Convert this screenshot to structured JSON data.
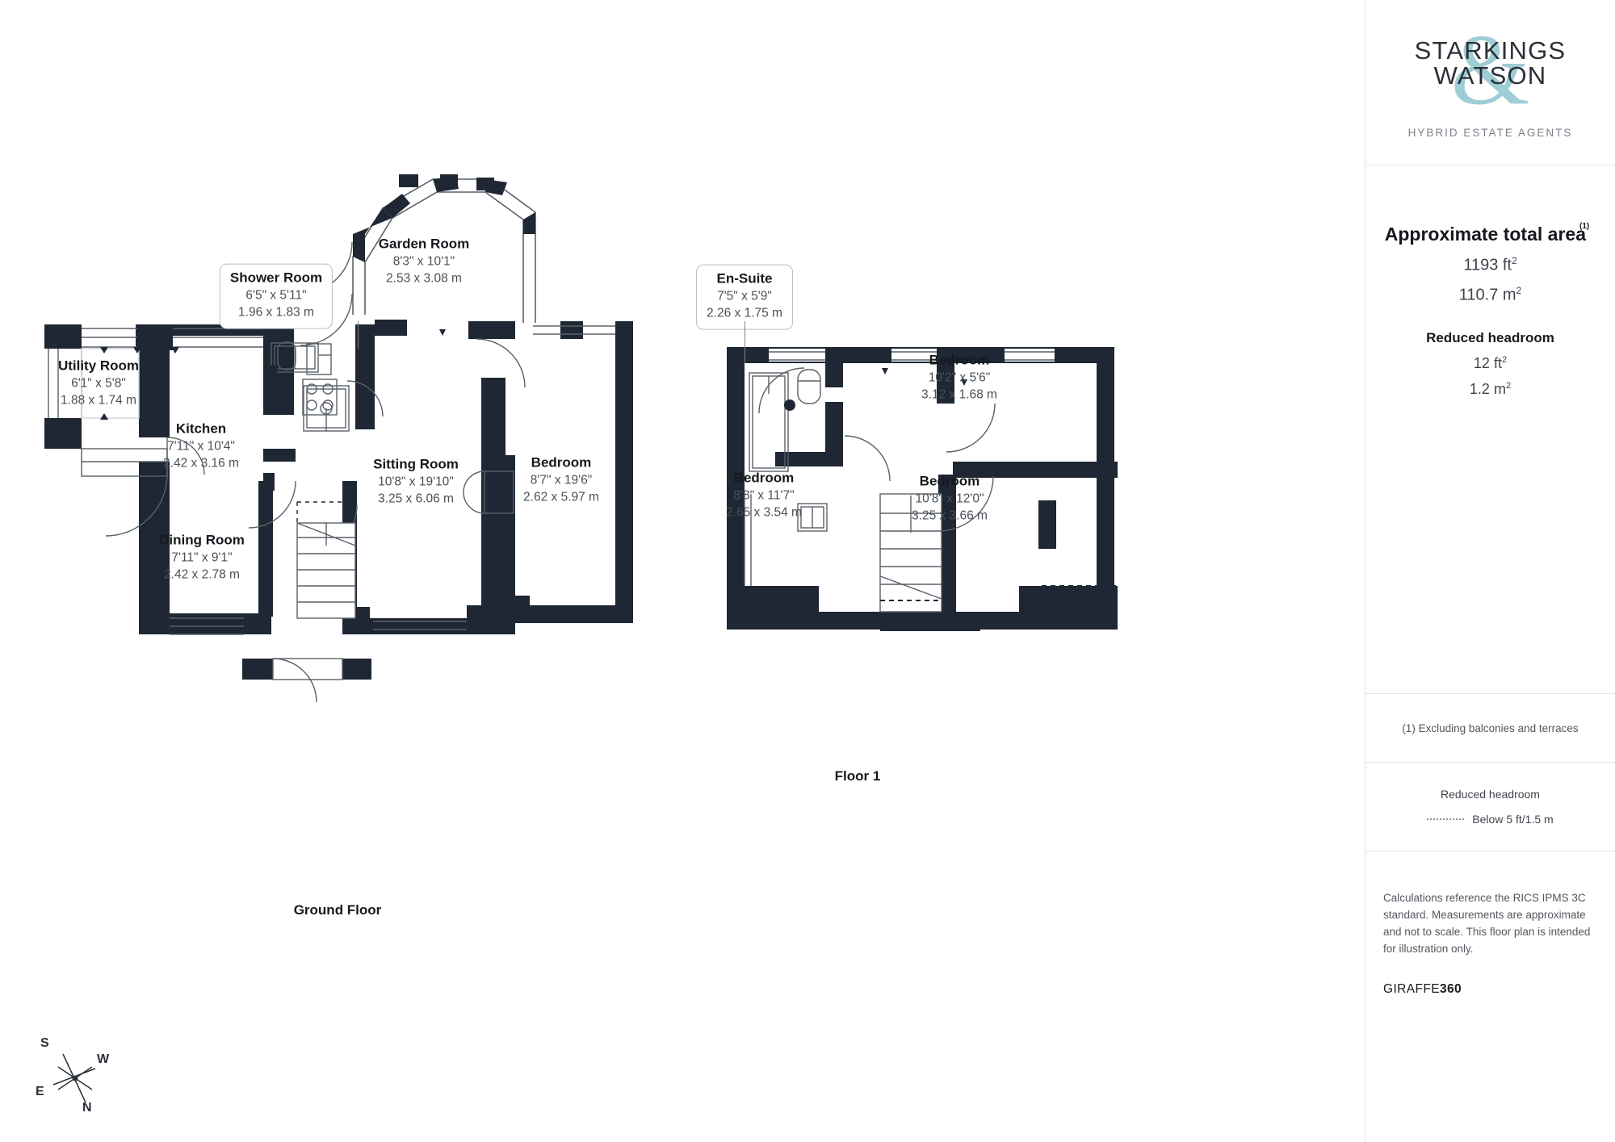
{
  "brand": {
    "logo_line1": "STARKINGS",
    "logo_line2": "WATSON",
    "logo_ampersand": "&",
    "logo_subtitle": "HYBRID ESTATE AGENTS"
  },
  "area_panel": {
    "title": "Approximate total area",
    "title_footnote": "(1)",
    "total_sqft": "1193 ft",
    "total_sqft_sup": "2",
    "total_sqm": "110.7 m",
    "total_sqm_sup": "2",
    "reduced_title": "Reduced headroom",
    "reduced_sqft": "12 ft",
    "reduced_sqft_sup": "2",
    "reduced_sqm": "1.2 m",
    "reduced_sqm_sup": "2"
  },
  "footnote": "(1) Excluding balconies and terraces",
  "legend": {
    "title": "Reduced headroom",
    "item_label": "Below 5 ft/1.5 m"
  },
  "disclaimer": "Calculations reference the RICS IPMS 3C standard. Measurements are approximate and not to scale. This floor plan is intended for illustration only.",
  "provider": {
    "name_part1": "GIRAFFE",
    "name_part2": "360"
  },
  "floors": [
    {
      "id": "ground",
      "caption": "Ground Floor"
    },
    {
      "id": "floor1",
      "caption": "Floor 1"
    }
  ],
  "rooms": {
    "ground": [
      {
        "name": "Utility Room",
        "imperial": "6'1\" x 5'8\"",
        "metric": "1.88 x 1.74 m",
        "boxed": false
      },
      {
        "name": "Shower Room",
        "imperial": "6'5\" x 5'11\"",
        "metric": "1.96 x 1.83 m",
        "boxed": true
      },
      {
        "name": "Garden Room",
        "imperial": "8'3\" x 10'1\"",
        "metric": "2.53 x 3.08 m",
        "boxed": false
      },
      {
        "name": "Kitchen",
        "imperial": "7'11\" x 10'4\"",
        "metric": "2.42 x 3.16 m",
        "boxed": false
      },
      {
        "name": "Dining Room",
        "imperial": "7'11\" x 9'1\"",
        "metric": "2.42 x 2.78 m",
        "boxed": false
      },
      {
        "name": "Sitting Room",
        "imperial": "10'8\" x 19'10\"",
        "metric": "3.25 x 6.06 m",
        "boxed": false
      },
      {
        "name": "Bedroom",
        "imperial": "8'7\" x 19'6\"",
        "metric": "2.62 x 5.97 m",
        "boxed": false
      }
    ],
    "floor1": [
      {
        "name": "En-Suite",
        "imperial": "7'5\" x 5'9\"",
        "metric": "2.26 x 1.75 m",
        "boxed": true
      },
      {
        "name": "Bedroom",
        "imperial": "10'2\" x 5'6\"",
        "metric": "3.12 x 1.68 m",
        "boxed": false
      },
      {
        "name": "Bedroom",
        "imperial": "8'8\" x 11'7\"",
        "metric": "2.65 x 3.54 m",
        "boxed": false
      },
      {
        "name": "Bedroom",
        "imperial": "10'8\" x 12'0\"",
        "metric": "3.25 x 3.66 m",
        "boxed": false
      }
    ]
  },
  "compass": {
    "n": "N",
    "e": "E",
    "s": "S",
    "w": "W"
  },
  "colors": {
    "wall": "#1e2733",
    "accent": "#9fcdd5",
    "text": "#16181d",
    "muted": "#53575e",
    "thin_line": "#5a6068"
  }
}
